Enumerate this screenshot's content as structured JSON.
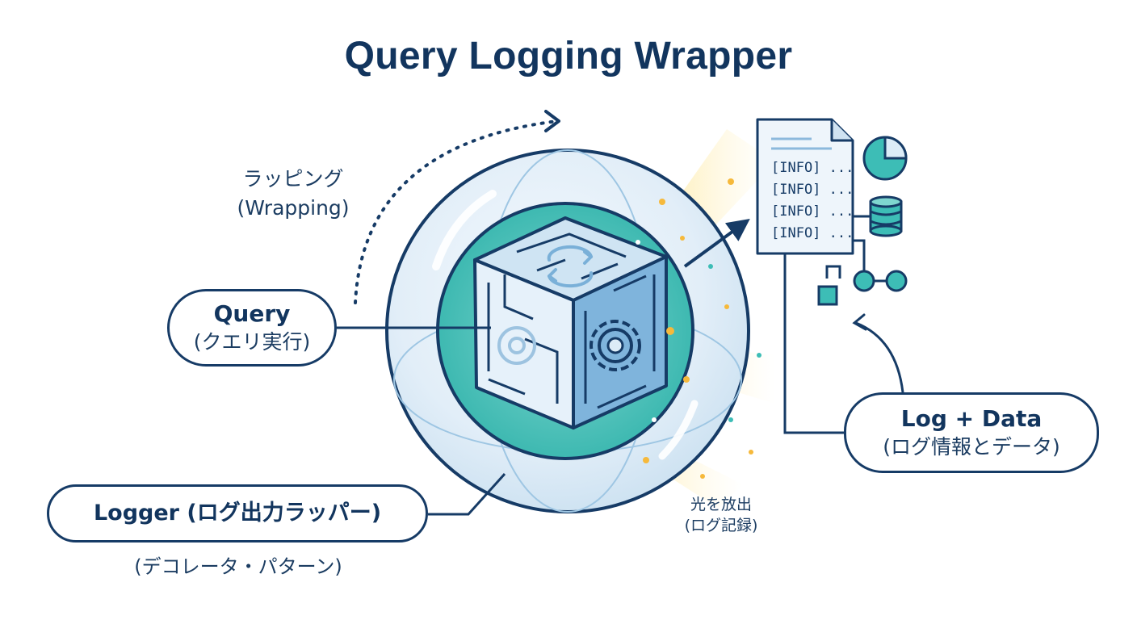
{
  "title": "Query Logging Wrapper",
  "wrapping": {
    "line1": "ラッピング",
    "line2": "(Wrapping)"
  },
  "query": {
    "main": "Query",
    "sub": "(クエリ実行)"
  },
  "logger": {
    "main": "Logger (ログ出力ラッパー)",
    "sub": "(デコレータ・パターン)"
  },
  "emit": {
    "line1": "光を放出",
    "line2": "(ログ記録)"
  },
  "log_data": {
    "main": "Log + Data",
    "sub": "(ログ情報とデータ)"
  },
  "log_lines": [
    "[INFO] ...",
    "[INFO] ...",
    "[INFO] ...",
    "[INFO] ..."
  ],
  "colors": {
    "navy": "#163b66",
    "teal": "#3dbdb6",
    "light_blue": "#dcecf7",
    "glow": "#fdd65a"
  },
  "icons": [
    "refresh-icon",
    "gear-icon",
    "pie-chart-icon",
    "database-icon",
    "network-nodes-icon",
    "document-icon"
  ]
}
